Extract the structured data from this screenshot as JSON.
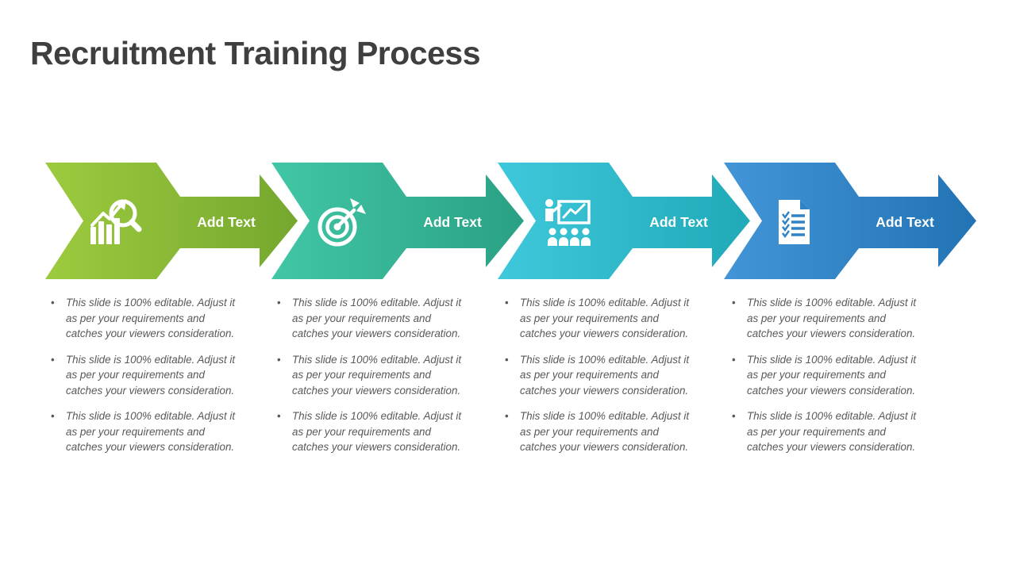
{
  "slide": {
    "title": "Recruitment Training Process",
    "bullet_text": "This slide is 100% editable. Adjust it as per your requirements and catches your viewers consideration.",
    "steps": [
      {
        "label": "Add Text",
        "icon": "analytics-search-icon",
        "color_start": "#9DCB3E",
        "color_end": "#75A72F",
        "color_mid": "#86B437"
      },
      {
        "label": "Add Text",
        "icon": "target-icon",
        "color_start": "#41C7A5",
        "color_end": "#2AA084",
        "color_mid": "#35B394"
      },
      {
        "label": "Add Text",
        "icon": "training-presentation-icon",
        "color_start": "#3EC8DB",
        "color_end": "#20A9B7",
        "color_mid": "#2FB9CA"
      },
      {
        "label": "Add Text",
        "icon": "checklist-document-icon",
        "color_start": "#4295D7",
        "color_end": "#2273B4",
        "color_mid": "#3084C5"
      }
    ]
  }
}
